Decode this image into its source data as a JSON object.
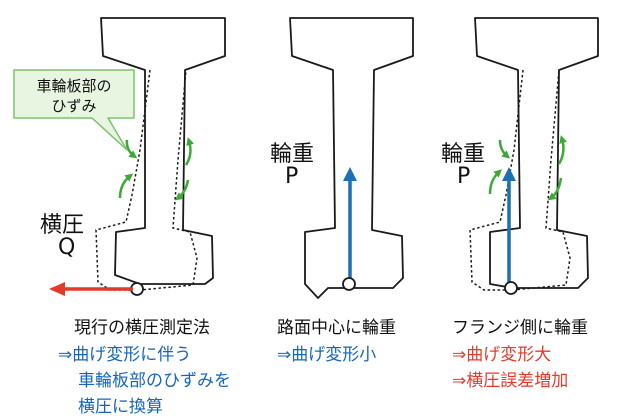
{
  "colors": {
    "outline": "#1a1a1a",
    "strain_arrow": "#3aaa35",
    "load_arrow": "#1f6fb5",
    "lateral_arrow": "#e23a2a",
    "note_blue": "#1565c0",
    "note_red": "#e8392b",
    "callout_fill": "#e8f5e0",
    "callout_border": "#7cc36a"
  },
  "callout": {
    "line1": "車輪板部の",
    "line2": "ひずみ"
  },
  "left": {
    "force_label_1": "横圧",
    "force_label_2": "Q",
    "caption": "現行の横圧測定法",
    "note1": "⇒曲げ変形に伴う",
    "note2": "車輪板部のひずみを",
    "note3": "横圧に換算"
  },
  "middle": {
    "load_label_1": "輪重",
    "load_label_2": "P",
    "caption": "路面中心に輪重",
    "note1": "⇒曲げ変形小"
  },
  "right": {
    "load_label_1": "輪重",
    "load_label_2": "P",
    "caption": "フランジ側に輪重",
    "note1": "⇒曲げ変形大",
    "note2": "⇒横圧誤差増加"
  }
}
